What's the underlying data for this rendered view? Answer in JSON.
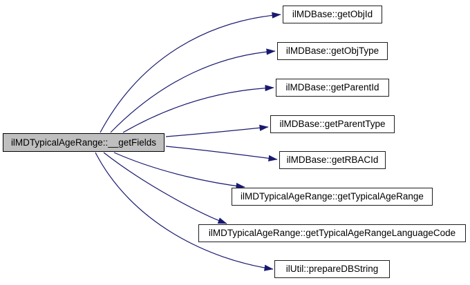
{
  "diagram": {
    "type": "call-graph",
    "background_color": "#ffffff",
    "edge_color": "#191970",
    "node_border_color": "#1c1c1c",
    "source_node": {
      "label": "ilMDTypicalAgeRange::__getFields",
      "fill_color": "#bfbfbf",
      "border_color": "#000000"
    },
    "called_nodes": [
      {
        "label": "ilMDBase::getObjId"
      },
      {
        "label": "ilMDBase::getObjType"
      },
      {
        "label": "ilMDBase::getParentId"
      },
      {
        "label": "ilMDBase::getParentType"
      },
      {
        "label": "ilMDBase::getRBACId"
      },
      {
        "label": "ilMDTypicalAgeRange::getTypicalAgeRange"
      },
      {
        "label": "ilMDTypicalAgeRange::getTypicalAgeRangeLanguageCode"
      },
      {
        "label": "ilUtil::prepareDBString"
      }
    ],
    "edges": [
      {
        "from": "ilMDTypicalAgeRange::__getFields",
        "to": "ilMDBase::getObjId"
      },
      {
        "from": "ilMDTypicalAgeRange::__getFields",
        "to": "ilMDBase::getObjType"
      },
      {
        "from": "ilMDTypicalAgeRange::__getFields",
        "to": "ilMDBase::getParentId"
      },
      {
        "from": "ilMDTypicalAgeRange::__getFields",
        "to": "ilMDBase::getParentType"
      },
      {
        "from": "ilMDTypicalAgeRange::__getFields",
        "to": "ilMDBase::getRBACId"
      },
      {
        "from": "ilMDTypicalAgeRange::__getFields",
        "to": "ilMDTypicalAgeRange::getTypicalAgeRange"
      },
      {
        "from": "ilMDTypicalAgeRange::__getFields",
        "to": "ilMDTypicalAgeRange::getTypicalAgeRangeLanguageCode"
      },
      {
        "from": "ilMDTypicalAgeRange::__getFields",
        "to": "ilUtil::prepareDBString"
      }
    ]
  }
}
